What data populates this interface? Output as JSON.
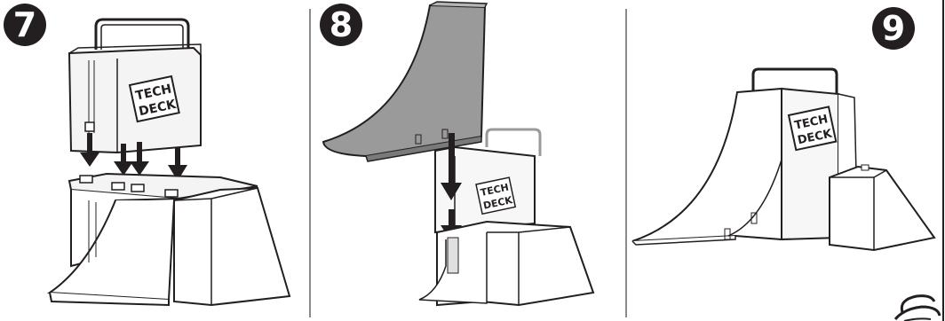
{
  "steps": [
    {
      "number": "7"
    },
    {
      "number": "8"
    },
    {
      "number": "9"
    }
  ],
  "brand": {
    "logo_line1": "TECH",
    "logo_line2": "DECK",
    "corner_logo_icon": "spin-master-logo-icon"
  },
  "colors": {
    "ink": "#231f20",
    "ramp_gray": "#9a9a9a",
    "panel_line": "#8a8a8a",
    "light_fill": "#f4f4f4"
  }
}
